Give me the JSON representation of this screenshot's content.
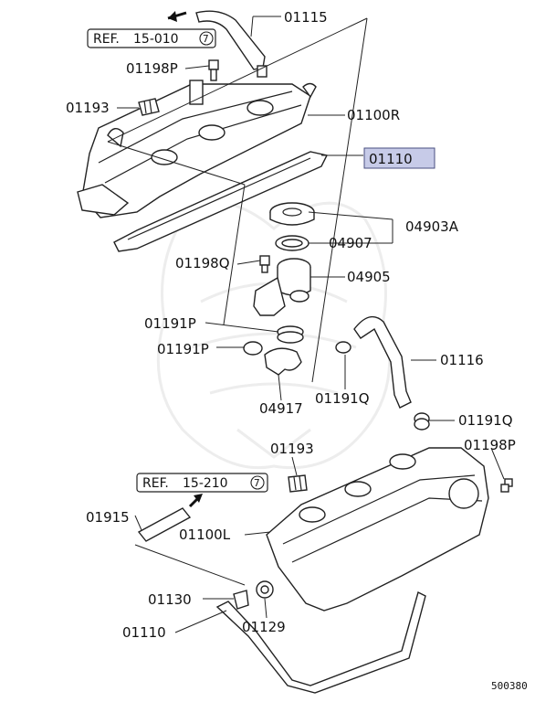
{
  "diagram_id": "500380",
  "highlight_color": "#c7cbe8",
  "refs": {
    "upper": {
      "prefix": "REF.",
      "number": "15-010",
      "circled": "7"
    },
    "lower": {
      "prefix": "REF.",
      "number": "15-210",
      "circled": "7"
    }
  },
  "parts": {
    "p01115": "01115",
    "p01198P_top": "01198P",
    "p01193_top": "01193",
    "p01100R": "01100R",
    "p01110_top": "01110",
    "p04903A": "04903A",
    "p04907": "04907",
    "p01198Q": "01198Q",
    "p04905": "04905",
    "p01191P_a": "01191P",
    "p01191P_b": "01191P",
    "p01116": "01116",
    "p04917": "04917",
    "p01191Q_a": "01191Q",
    "p01191Q_b": "01191Q",
    "p01193_bot": "01193",
    "p01198P_bot": "01198P",
    "p01915": "01915",
    "p01100L": "01100L",
    "p01130": "01130",
    "p01129": "01129",
    "p01110_bot": "01110"
  }
}
